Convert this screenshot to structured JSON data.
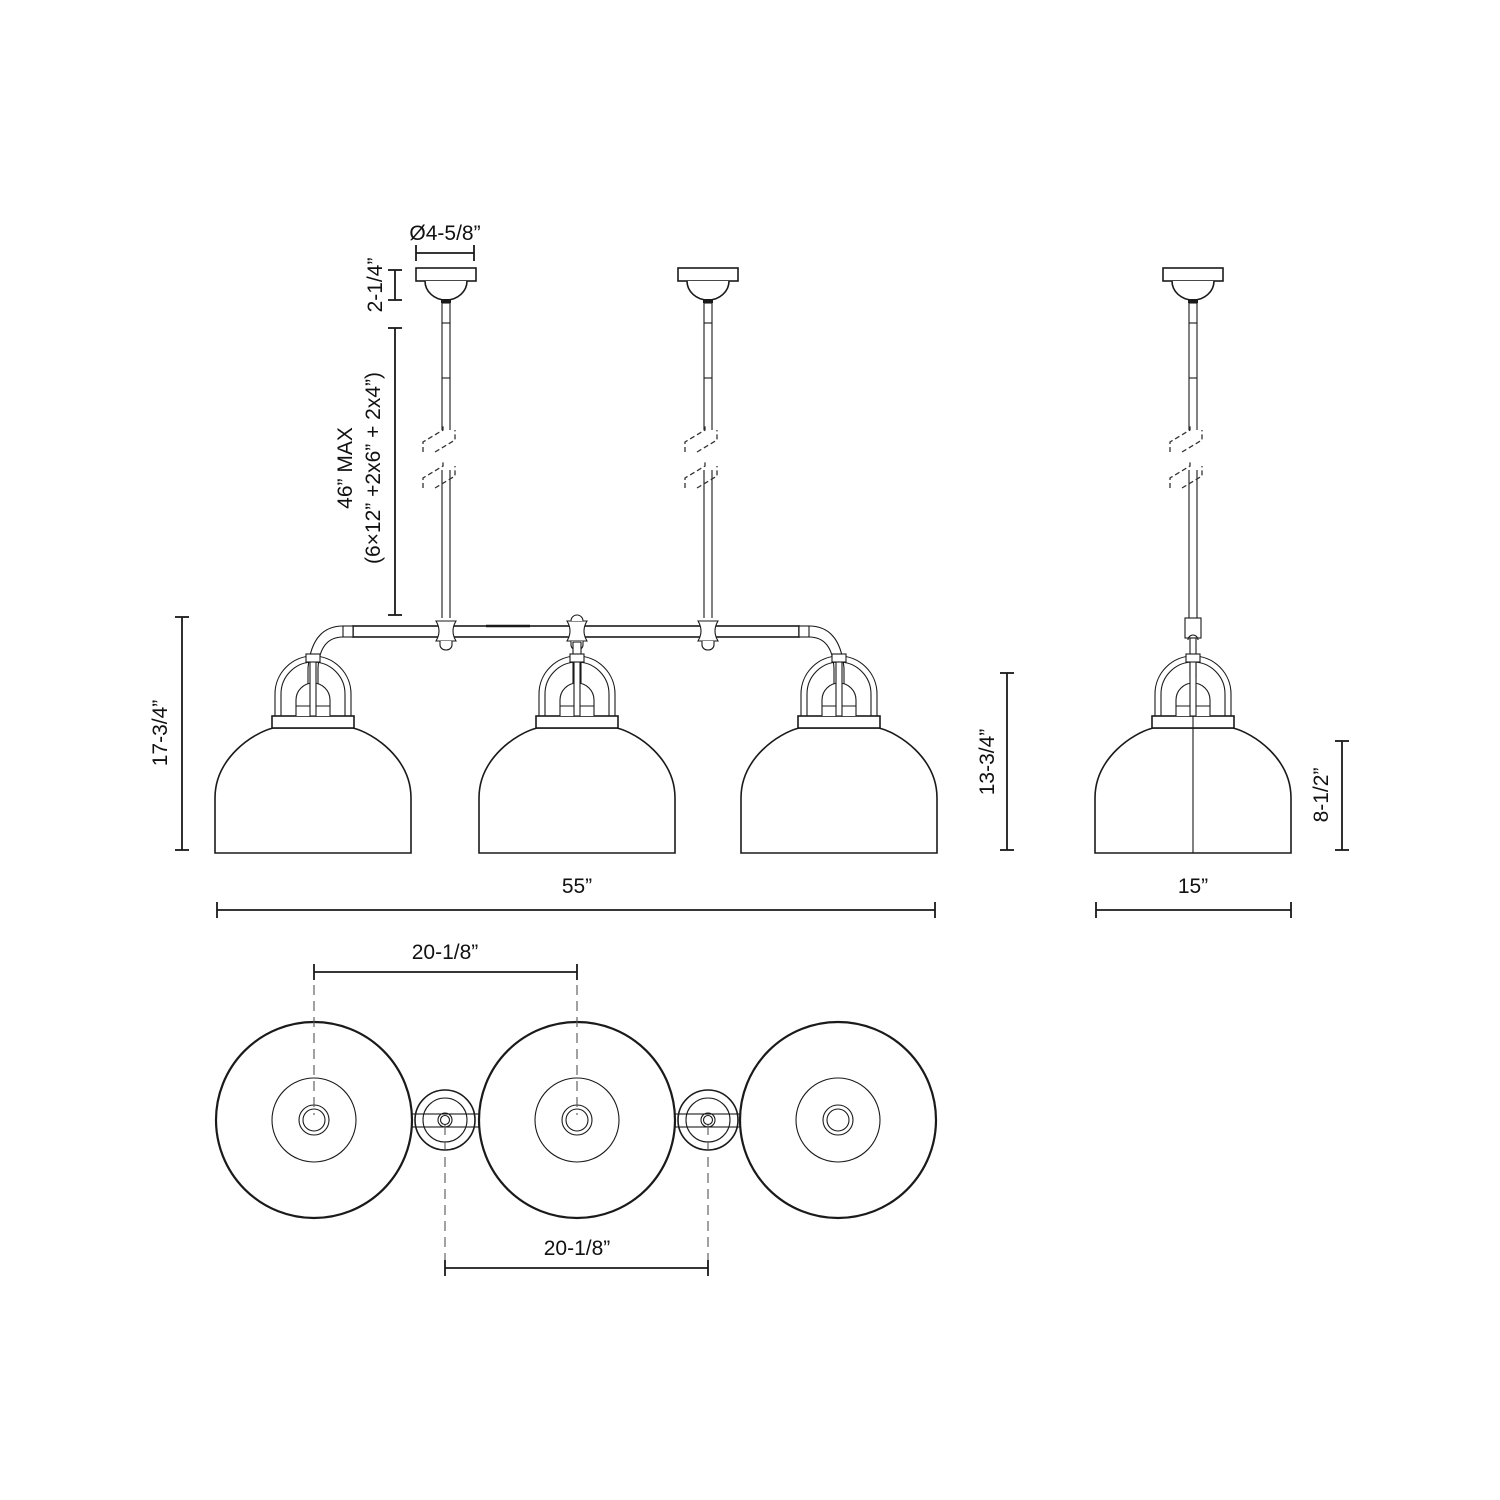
{
  "drawing": {
    "subject": "3-light linear pendant dimension drawing",
    "views": [
      "front-elevation",
      "side-elevation",
      "top-plan"
    ],
    "line_color": "#1a1a1a",
    "background": "#ffffff"
  },
  "dimensions": {
    "canopy_diameter": "Ø4-5/8”",
    "canopy_height": "2-1/4”",
    "rod_max_line1": "46” MAX",
    "rod_max_line2": "(6×12” +2x6” + 2x4”)",
    "overall_height": "17-3/4”",
    "overall_width": "55”",
    "shade_assembly_height": "13-3/4”",
    "shade_height": "8-1/2”",
    "shade_width": "15”",
    "shade_spacing": "20-1/8”",
    "rod_spacing": "20-1/8”"
  }
}
